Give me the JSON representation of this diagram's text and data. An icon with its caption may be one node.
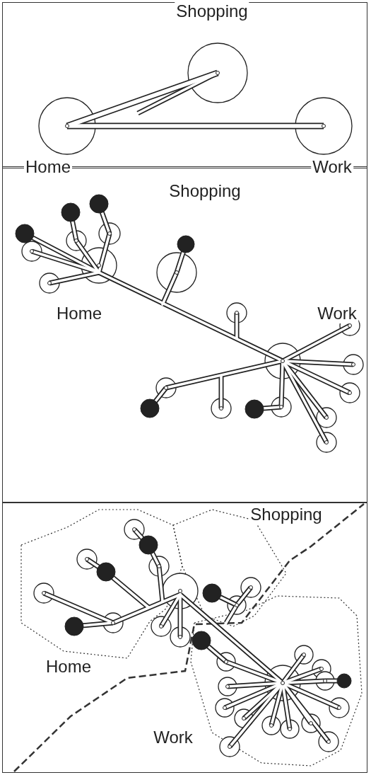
{
  "diagram": {
    "labels": [
      "Shopping",
      "Home",
      "Work",
      "Shopping",
      "Home",
      "Work",
      "Shopping",
      "Home",
      "Work"
    ]
  }
}
